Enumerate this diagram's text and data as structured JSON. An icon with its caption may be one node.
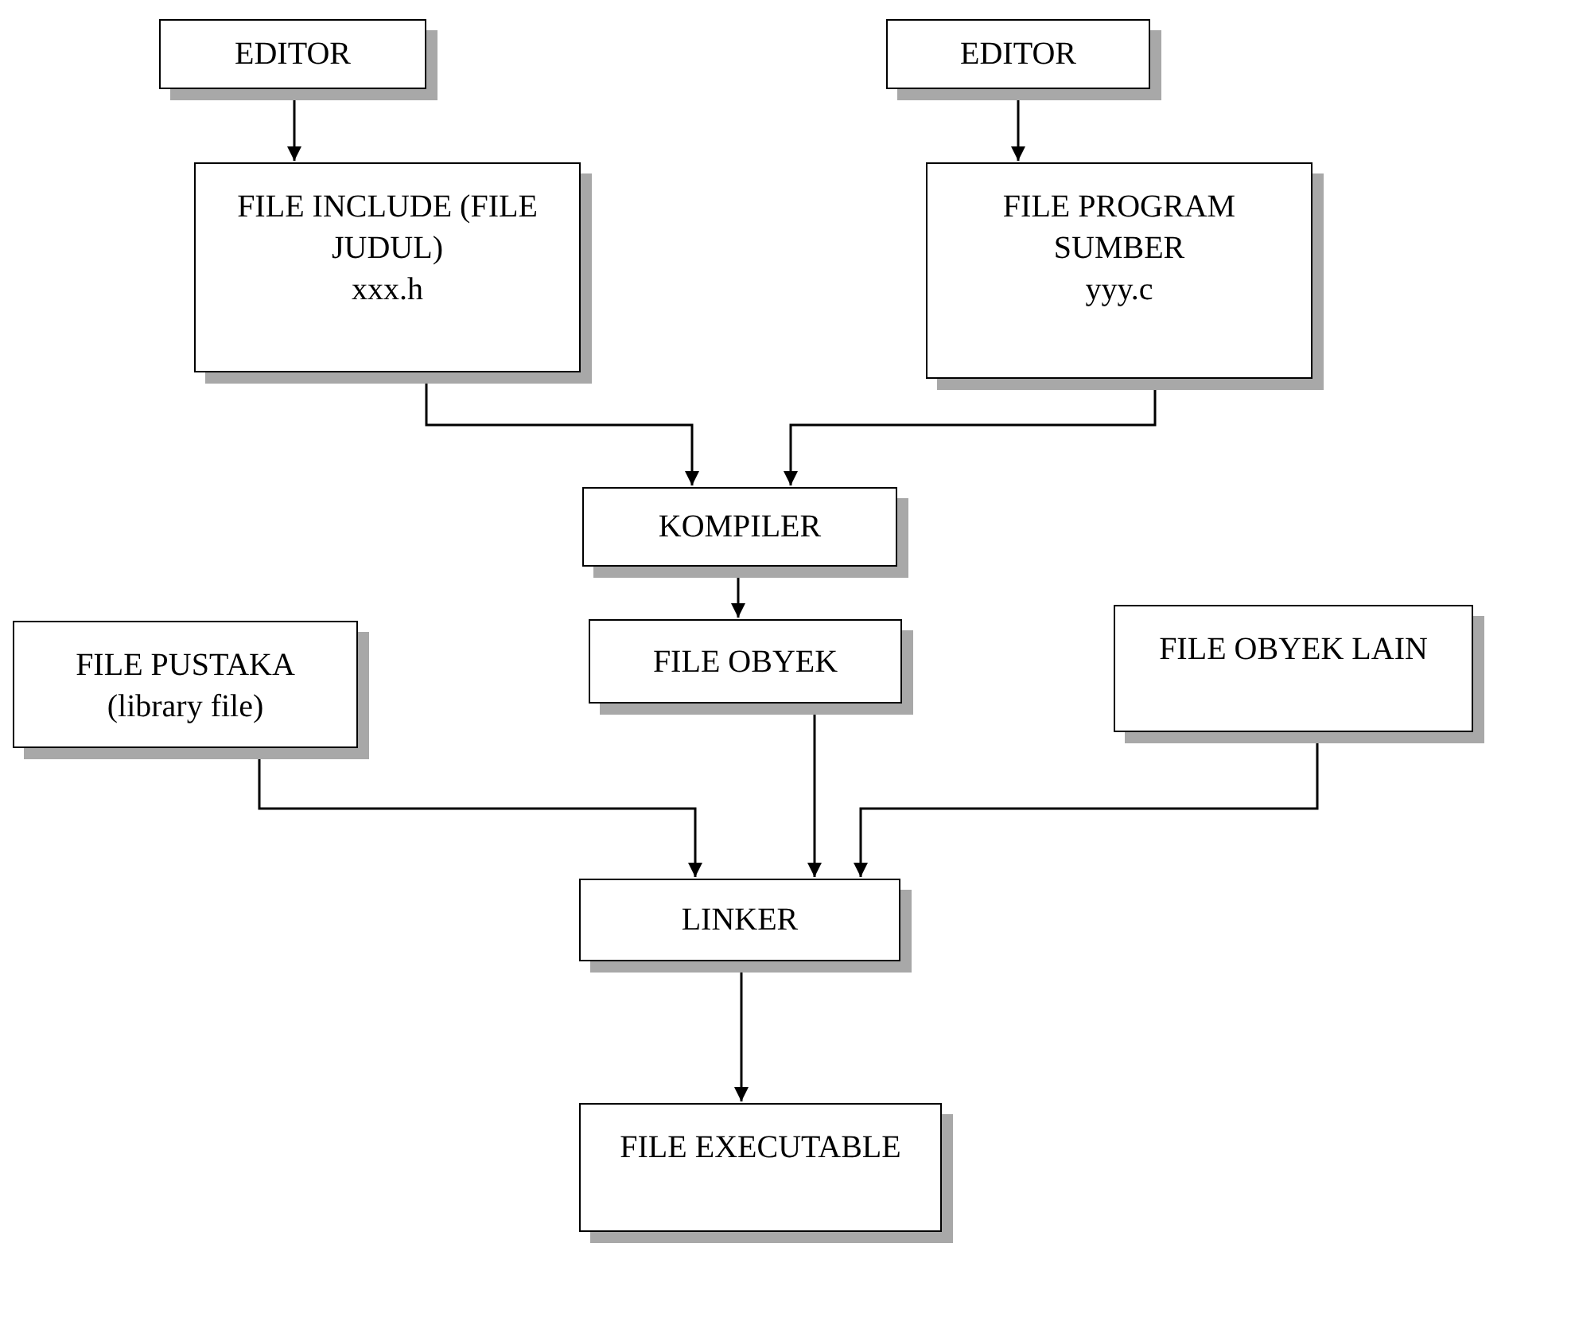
{
  "diagram": {
    "nodes": [
      {
        "text": [
          "EDITOR"
        ]
      },
      {
        "text": [
          "EDITOR"
        ]
      },
      {
        "text": [
          "FILE INCLUDE (FILE JUDUL)",
          "xxx.h"
        ]
      },
      {
        "text": [
          "FILE PROGRAM SUMBER",
          "yyy.c"
        ]
      },
      {
        "text": [
          "KOMPILER"
        ]
      },
      {
        "text": [
          "FILE PUSTAKA (library file)"
        ]
      },
      {
        "text": [
          "FILE OBYEK"
        ]
      },
      {
        "text": [
          "FILE OBYEK LAIN"
        ]
      },
      {
        "text": [
          "LINKER"
        ]
      },
      {
        "text": [
          "FILE EXECUTABLE"
        ]
      }
    ],
    "edges": [
      {
        "from": 0,
        "to": 2,
        "arrow": "to"
      },
      {
        "from": 1,
        "to": 3,
        "arrow": "to"
      },
      {
        "from": 2,
        "to": 4,
        "arrow": "to"
      },
      {
        "from": 3,
        "to": 4,
        "arrow": "to"
      },
      {
        "from": 4,
        "to": 6,
        "arrow": "to"
      },
      {
        "from": 5,
        "to": 8,
        "arrow": "to"
      },
      {
        "from": 6,
        "to": 8,
        "arrow": "to"
      },
      {
        "from": 7,
        "to": 8,
        "arrow": "to"
      },
      {
        "from": 8,
        "to": 9,
        "arrow": "to"
      }
    ]
  }
}
